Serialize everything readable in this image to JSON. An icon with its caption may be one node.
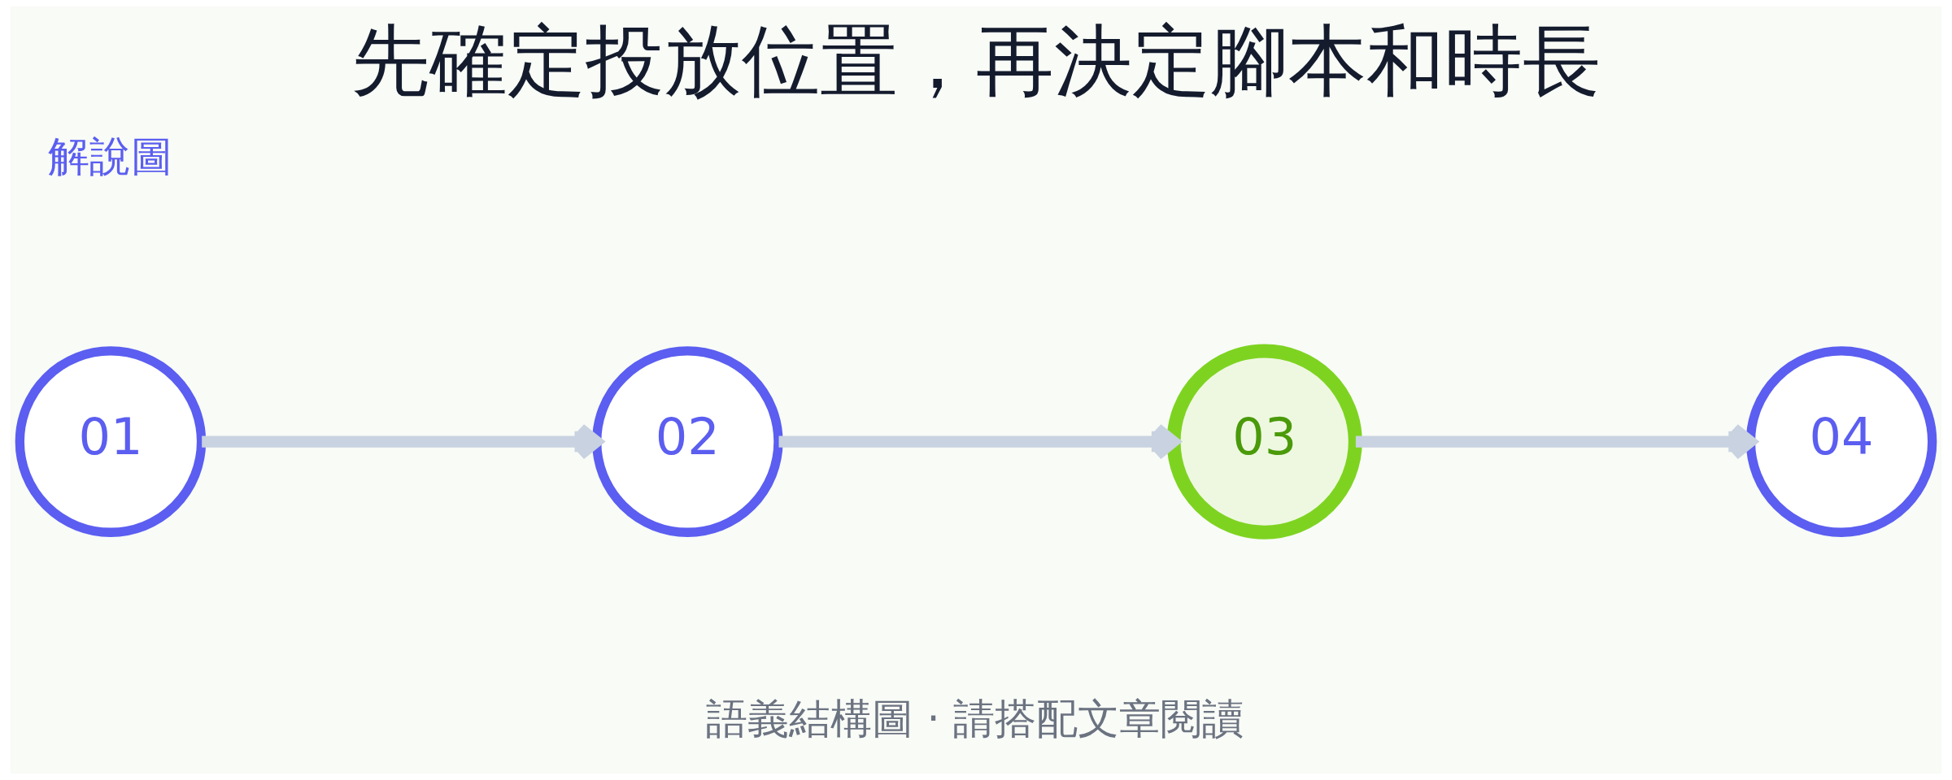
{
  "diagram": {
    "title": "先確定投放位置，再決定腳本和時長",
    "caption": "語義結構圖 · 請搭配文章閱讀",
    "nodes": [
      {
        "text": [
          "01"
        ]
      },
      {
        "text": [
          "02"
        ]
      },
      {
        "text": [
          "03"
        ]
      },
      {
        "text": [
          "04"
        ]
      }
    ],
    "edges": [
      {
        "from": 0,
        "to": 1,
        "arrow": "to"
      },
      {
        "from": 1,
        "to": 2,
        "arrow": "to"
      },
      {
        "from": 2,
        "to": 3,
        "arrow": "to"
      }
    ],
    "labels": [
      "解說圖"
    ]
  }
}
